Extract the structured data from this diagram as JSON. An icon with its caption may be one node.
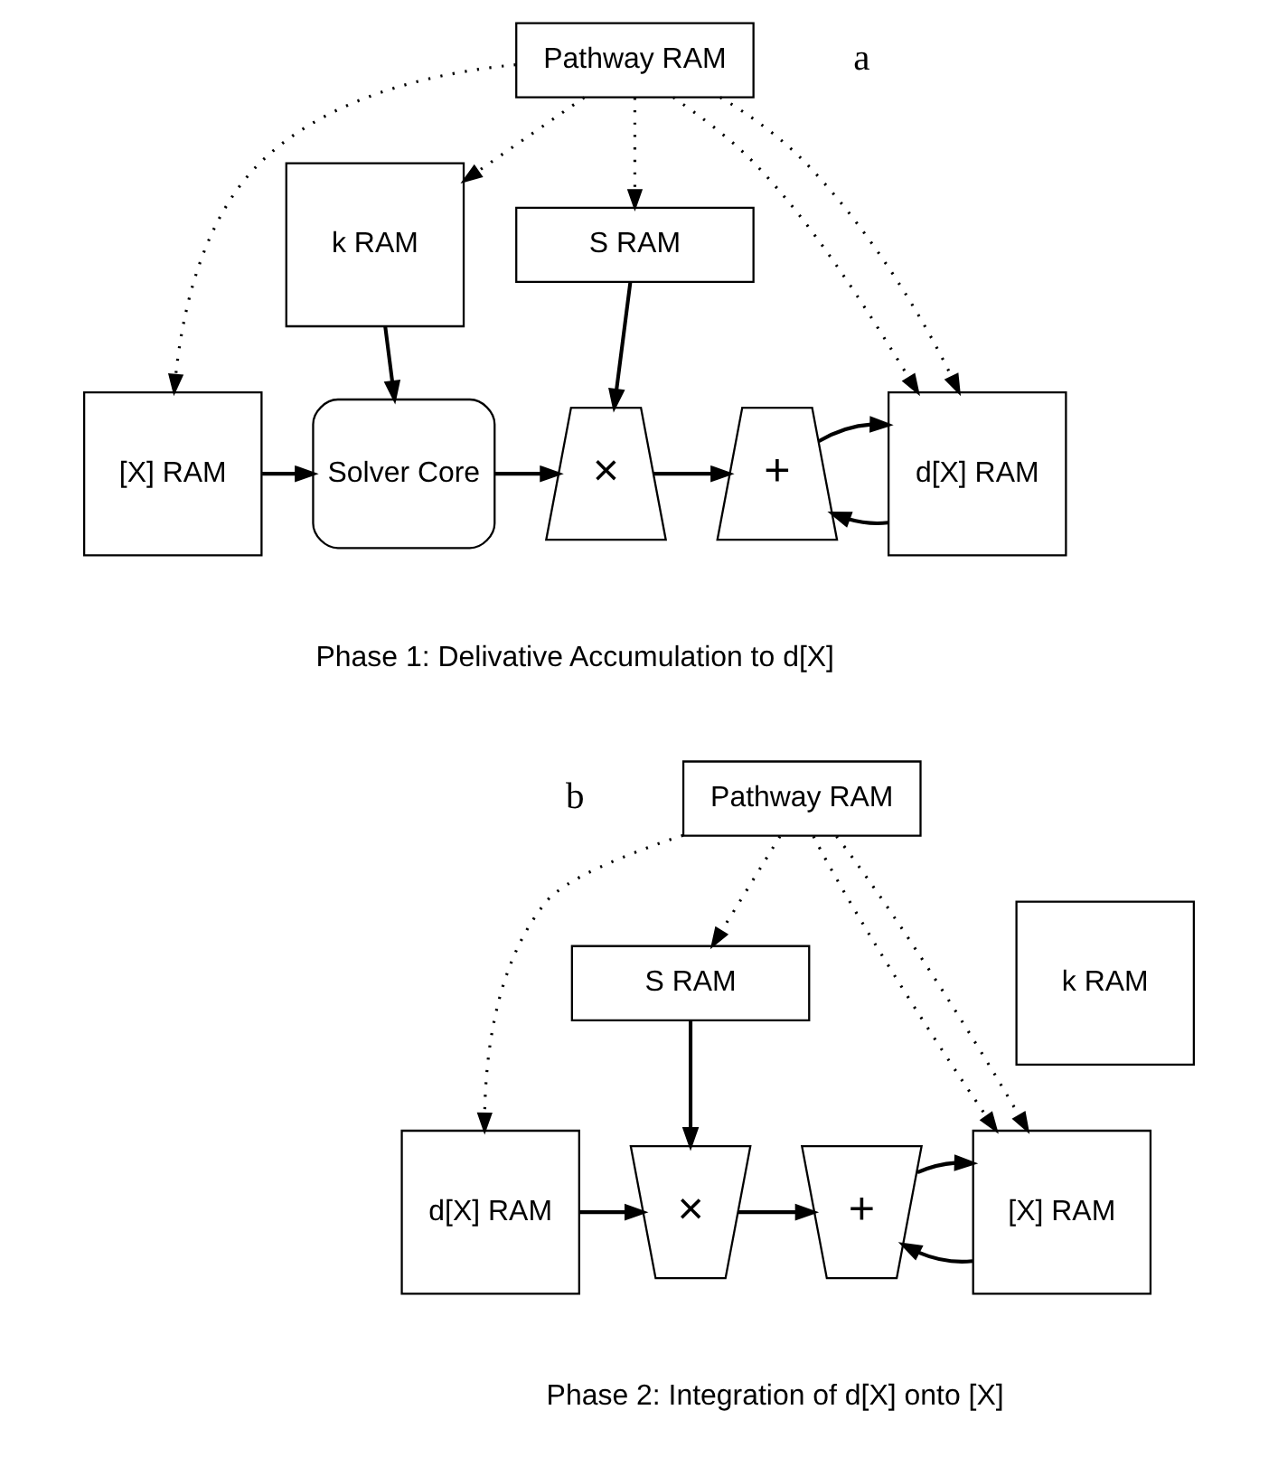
{
  "diagram": {
    "nodes": [
      {
        "text": [
          "Pathway RAM"
        ]
      },
      {
        "text": [
          "k RAM"
        ]
      },
      {
        "text": [
          "[X] RAM"
        ]
      },
      {
        "text": [
          "Solver Core"
        ]
      },
      {
        "text": [
          "S RAM"
        ]
      },
      {
        "text": [
          "×"
        ]
      },
      {
        "text": [
          "+"
        ]
      },
      {
        "text": [
          "d[X] RAM"
        ]
      },
      {
        "text": [
          "Pathway RAM"
        ]
      },
      {
        "text": [
          "k RAM"
        ]
      },
      {
        "text": [
          "S RAM"
        ]
      },
      {
        "text": [
          "[X] RAM"
        ]
      },
      {
        "text": [
          "+"
        ]
      },
      {
        "text": [
          "×"
        ]
      },
      {
        "text": [
          "d[X] RAM"
        ]
      }
    ],
    "edges": [
      {
        "from": 0,
        "to": 1,
        "arrow": "to",
        "style": "dashed"
      },
      {
        "from": 0,
        "to": 2,
        "arrow": "to",
        "style": "dashed"
      },
      {
        "from": 0,
        "to": 4,
        "arrow": "to",
        "style": "dashed"
      },
      {
        "from": 0,
        "to": 7,
        "arrow": "to",
        "style": "dashed"
      },
      {
        "from": 0,
        "to": 7,
        "arrow": "to",
        "style": "dashed"
      },
      {
        "from": 1,
        "to": 3,
        "arrow": "to"
      },
      {
        "from": 2,
        "to": 3,
        "arrow": "to"
      },
      {
        "from": 4,
        "to": 5,
        "arrow": "to"
      },
      {
        "from": 3,
        "to": 5,
        "arrow": "to"
      },
      {
        "from": 7,
        "to": 6,
        "arrow": "to"
      },
      {
        "from": 5,
        "to": 6,
        "arrow": "to"
      },
      {
        "from": 6,
        "to": 7,
        "arrow": "to"
      },
      {
        "from": 8,
        "to": 11,
        "arrow": "to",
        "style": "dashed"
      },
      {
        "from": 8,
        "to": 11,
        "arrow": "to",
        "style": "dashed"
      },
      {
        "from": 8,
        "to": 10,
        "arrow": "to",
        "style": "dashed"
      },
      {
        "from": 8,
        "to": 14,
        "arrow": "to",
        "style": "dashed"
      },
      {
        "from": 11,
        "to": 12,
        "arrow": "to"
      },
      {
        "from": 10,
        "to": 13,
        "arrow": "to"
      },
      {
        "from": 14,
        "to": 13,
        "arrow": "to"
      },
      {
        "from": 13,
        "to": 12,
        "arrow": "to"
      },
      {
        "from": 12,
        "to": 11,
        "arrow": "to"
      }
    ],
    "labels": [
      "a",
      "Phase 1: Delivative Accumulation to d[X]",
      "b",
      "Phase 2: Integration of d[X] onto [X]"
    ]
  }
}
